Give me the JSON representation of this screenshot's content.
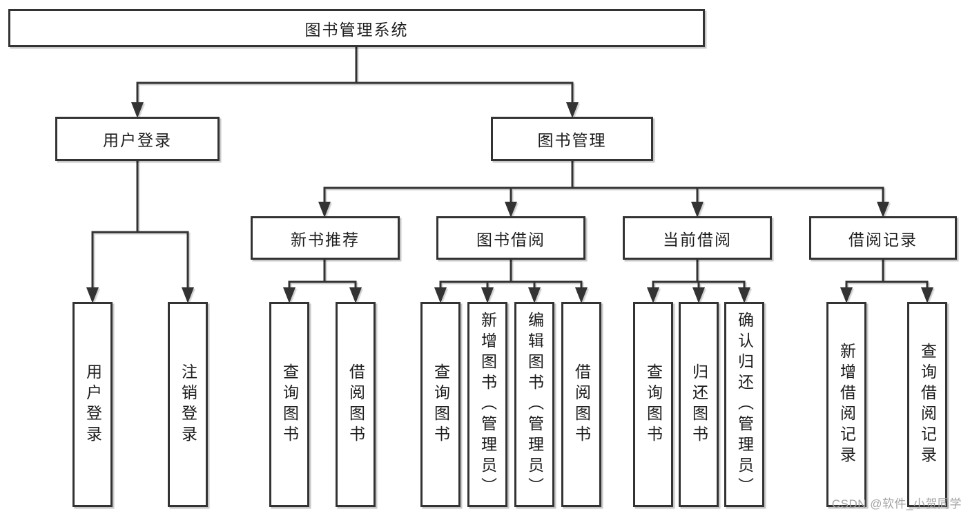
{
  "diagram_title": "图书管理系统",
  "tree": {
    "label": "图书管理系统",
    "children": [
      {
        "label": "用户登录",
        "children": [
          {
            "label": "用户登录"
          },
          {
            "label": "注销登录"
          }
        ]
      },
      {
        "label": "图书管理",
        "children": [
          {
            "label": "新书推荐",
            "children": [
              {
                "label": "查询图书"
              },
              {
                "label": "借阅图书"
              }
            ]
          },
          {
            "label": "图书借阅",
            "children": [
              {
                "label": "查询图书"
              },
              {
                "label": "新增图书（管理员）"
              },
              {
                "label": "编辑图书（管理员）"
              },
              {
                "label": "借阅图书"
              }
            ]
          },
          {
            "label": "当前借阅",
            "children": [
              {
                "label": "查询图书"
              },
              {
                "label": "归还图书"
              },
              {
                "label": "确认归还（管理员）"
              }
            ]
          },
          {
            "label": "借阅记录",
            "children": [
              {
                "label": "新增借阅记录"
              },
              {
                "label": "查询借阅记录"
              }
            ]
          }
        ]
      }
    ]
  },
  "watermark": {
    "text": "CSDN @软件_小贺同学"
  },
  "colors": {
    "line": "#333333",
    "box_border": "#333333",
    "text": "#1d1d1d",
    "watermark": "#a3a3a3",
    "background": "#ffffff"
  }
}
